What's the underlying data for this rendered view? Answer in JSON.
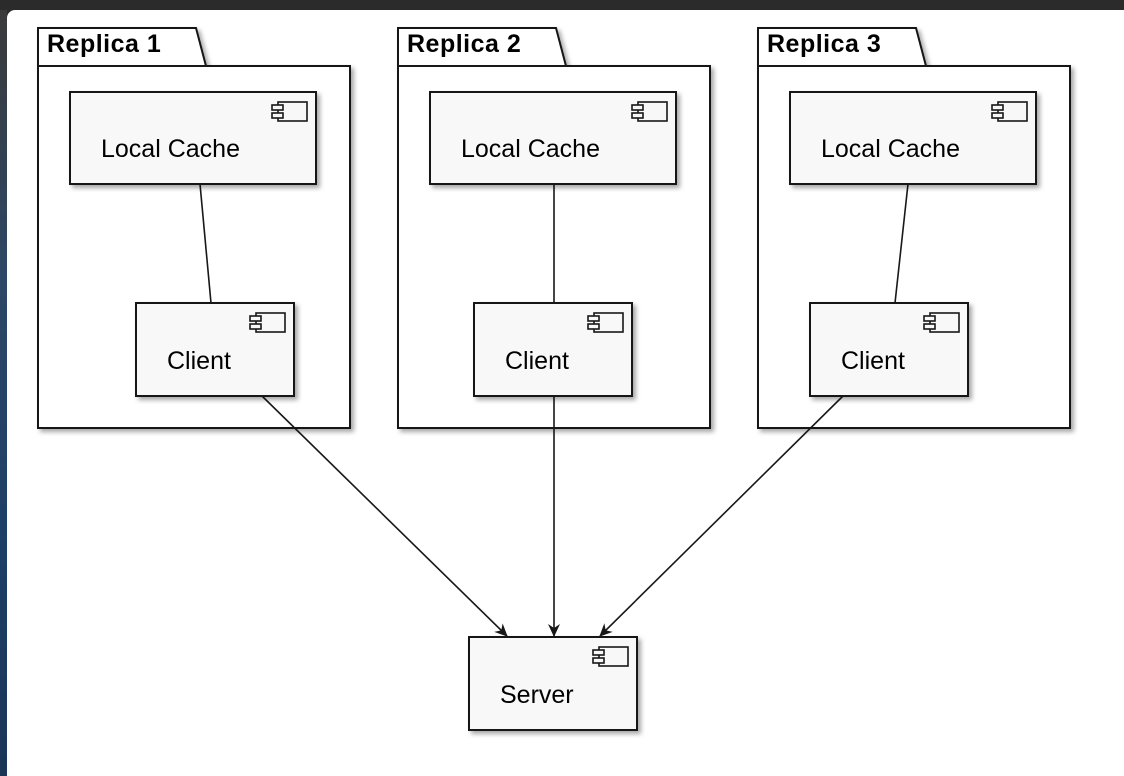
{
  "diagram": {
    "packages": [
      {
        "id": "replica-1",
        "label": "Replica 1",
        "components": [
          {
            "id": "local-cache-1",
            "label": "Local Cache"
          },
          {
            "id": "client-1",
            "label": "Client"
          }
        ]
      },
      {
        "id": "replica-2",
        "label": "Replica 2",
        "components": [
          {
            "id": "local-cache-2",
            "label": "Local Cache"
          },
          {
            "id": "client-2",
            "label": "Client"
          }
        ]
      },
      {
        "id": "replica-3",
        "label": "Replica 3",
        "components": [
          {
            "id": "local-cache-3",
            "label": "Local Cache"
          },
          {
            "id": "client-3",
            "label": "Client"
          }
        ]
      }
    ],
    "server": {
      "id": "server",
      "label": "Server"
    },
    "edges": [
      {
        "from": "local-cache-1",
        "to": "client-1",
        "type": "line"
      },
      {
        "from": "local-cache-2",
        "to": "client-2",
        "type": "line"
      },
      {
        "from": "local-cache-3",
        "to": "client-3",
        "type": "line"
      },
      {
        "from": "client-1",
        "to": "server",
        "type": "arrow"
      },
      {
        "from": "client-2",
        "to": "server",
        "type": "arrow"
      },
      {
        "from": "client-3",
        "to": "server",
        "type": "arrow"
      }
    ],
    "colors": {
      "component_fill": "#f8f8f8",
      "package_fill": "#ffffff",
      "stroke": "#181818",
      "edge": "#181818"
    }
  }
}
